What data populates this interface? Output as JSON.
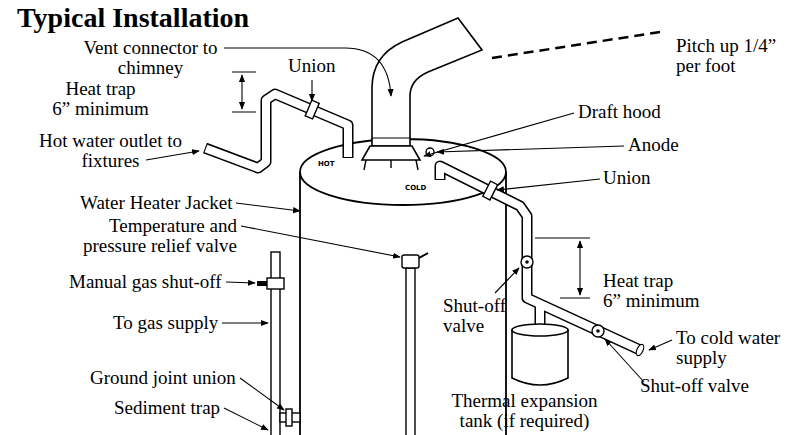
{
  "diagram": {
    "title": "Typical Installation",
    "labels": [
      "Vent connector to chimney",
      "Union",
      "Heat trap 6” minimum",
      "Hot water outlet to fixtures",
      "Water Heater Jacket",
      "Temperature and pressure relief valve",
      "Manual gas shut-off",
      "To gas supply",
      "Ground joint union",
      "Sediment trap",
      "Pitch up 1/4” per foot",
      "Draft hood",
      "Anode",
      "Union",
      "Heat trap 6” minimum",
      "Shut-off valve",
      "To cold water supply",
      "Shut-off valve",
      "Thermal expansion tank (if required)",
      "HOT",
      "COLD"
    ]
  }
}
